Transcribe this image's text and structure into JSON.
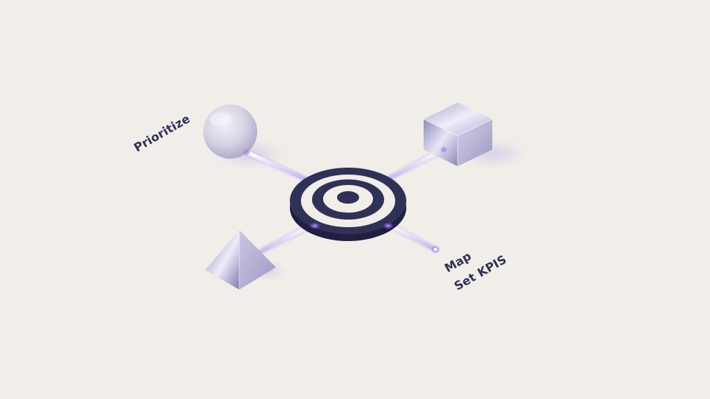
{
  "diagram": {
    "title": "",
    "center": {
      "name": "target",
      "shape": "concentric-rings",
      "color": "#2f3156"
    },
    "nodes": [
      {
        "id": "sphere",
        "shape": "glass-sphere",
        "label": "Prioritize",
        "position": "upper-left"
      },
      {
        "id": "cube",
        "shape": "glass-cube",
        "label": "",
        "position": "upper-right"
      },
      {
        "id": "pyramid",
        "shape": "glass-pyramid",
        "label": "",
        "position": "lower-left"
      },
      {
        "id": "endpoint",
        "shape": "glowing-rod-end",
        "label": "Map / Set KPIS",
        "position": "lower-right"
      }
    ],
    "connectors": [
      {
        "from": "target",
        "to": "sphere"
      },
      {
        "from": "target",
        "to": "cube"
      },
      {
        "from": "target",
        "to": "pyramid"
      },
      {
        "from": "target",
        "to": "endpoint"
      }
    ]
  },
  "labels": {
    "prioritize": "Prioritize",
    "map": "Map",
    "set_kpis": "Set KPIS"
  },
  "colors": {
    "background": "#f1eee9",
    "text": "#2f3156",
    "target": "#2f3156",
    "glow": "#9b6cf0",
    "glass": "#b9b5dc"
  }
}
